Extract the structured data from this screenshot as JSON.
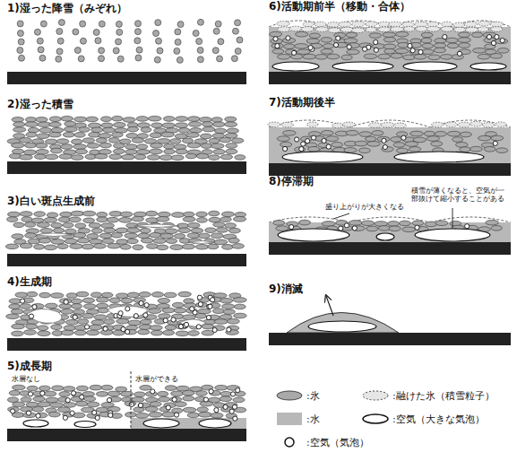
{
  "diagram": {
    "labels": [
      "1)湿った降雪（みぞれ）",
      "2)湿った積雪",
      "3)白い斑点生成前",
      "4)生成期",
      "5)成長期",
      "水層なし",
      "水層ができる",
      "6)活動期前半（移動・合体）",
      "7)活動期後半",
      "8)停滞期",
      "盛り上がりが大きくなる",
      "積雪が薄くなると、空気が一部抜けて縮小することがある",
      "9)消滅"
    ],
    "legend": [
      {
        "text": ":氷"
      },
      {
        "text": ":融けた氷（積雪粒子）"
      },
      {
        "text": ":水",
        "color": "#b8b8b8"
      },
      {
        "text": ":空気（大きな気泡）"
      },
      {
        "text": ":空気（気泡）"
      }
    ]
  }
}
